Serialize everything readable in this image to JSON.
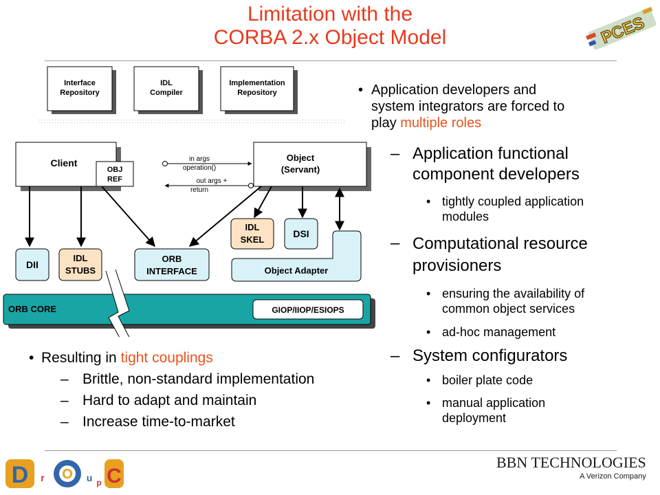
{
  "slide": {
    "title_line1": "Limitation with the",
    "title_line2": "CORBA 2.x Object Model",
    "colors": {
      "title": "#e8391e",
      "highlight": "#e8531e",
      "teal": "#1aa5a5",
      "light_blue": "#d8f2f8",
      "peach": "#fde3c4"
    }
  },
  "diagram": {
    "interface_repository": [
      "Interface",
      "Repository"
    ],
    "idl_compiler": [
      "IDL",
      "Compiler"
    ],
    "implementation_repository": [
      "Implementation",
      "Repository"
    ],
    "client": "Client",
    "obj_ref": [
      "OBJ",
      "REF"
    ],
    "in_args": "in args",
    "operation": "operation()",
    "out_args": "out args +",
    "return": "return",
    "object_servant": [
      "Object",
      "(Servant)"
    ],
    "idl_skel": [
      "IDL",
      "SKEL"
    ],
    "dsi": "DSI",
    "dii": "DII",
    "idl_stubs": [
      "IDL",
      "STUBS"
    ],
    "orb_interface": [
      "ORB",
      "INTERFACE"
    ],
    "object_adapter": "Object Adapter",
    "orb_core": "ORB CORE",
    "giop": "GIOP/IIOP/ESIOPS"
  },
  "right": {
    "b1_part1": "Application developers and",
    "b1_part2": "system integrators are forced to",
    "b1_part3": "play ",
    "b1_highlight": "multiple roles",
    "r1_line1": "Application functional",
    "r1_line2": "component developers",
    "r1_s1_line1": "tightly coupled application",
    "r1_s1_line2": "modules",
    "r2_line1": "Computational resource",
    "r2_line2": "provisioners",
    "r2_s1_line1": "ensuring the availability of",
    "r2_s1_line2": "common object services",
    "r2_s2": "ad-hoc management",
    "r3": "System configurators",
    "r3_s1": "boiler plate code",
    "r3_s2_line1": "manual application",
    "r3_s2_line2": "deployment"
  },
  "left": {
    "b_prefix": "Resulting in ",
    "b_highlight": "tight couplings",
    "l1": "Brittle, non-standard implementation",
    "l2": "Hard to adapt and maintain",
    "l3": "Increase time-to-market"
  },
  "markers": {
    "bullet": "•",
    "dash": "–"
  },
  "logos": {
    "pces": "PCES",
    "doc_letters": [
      "D",
      "O",
      "C"
    ],
    "doc_small": [
      "r",
      "u",
      "p"
    ],
    "bbn_name": "BBN TECHNOLOGIES",
    "bbn_sub": "A Verizon Company"
  }
}
